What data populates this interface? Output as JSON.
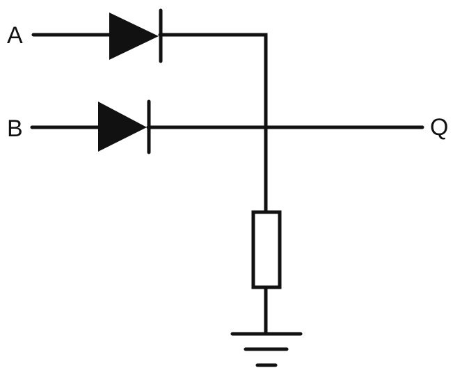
{
  "labels": {
    "input_a": "A",
    "input_b": "B",
    "output_q": "Q"
  },
  "components": {
    "diode_a": "diode",
    "diode_b": "diode",
    "resistor": "resistor",
    "ground": "ground"
  },
  "colors": {
    "stroke": "#111111",
    "fill": "#111111",
    "background": "#ffffff"
  }
}
